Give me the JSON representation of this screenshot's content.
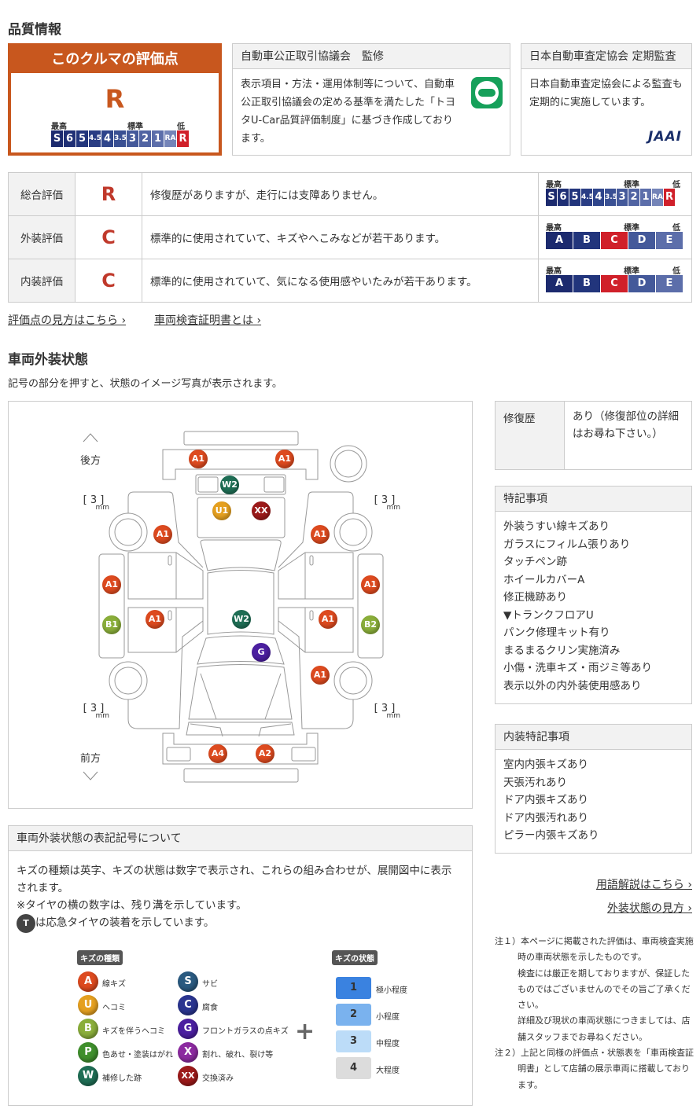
{
  "section_quality": "品質情報",
  "score_box": {
    "title": "このクルマの評価点",
    "grade": "R",
    "label_high": "最高",
    "label_std": "標準",
    "label_low": "低",
    "scale": [
      "S",
      "6",
      "5",
      "4.5",
      "4",
      "3.5",
      "3",
      "2",
      "1",
      "RA",
      "R"
    ],
    "selected": "R"
  },
  "supervision": {
    "title": "自動車公正取引協議会　監修",
    "text": "表示項目・方法・運用体制等について、自動車公正取引協議会の定める基準を満たした「トヨタU-Car品質評価制度」に基づき作成しております。"
  },
  "jaai": {
    "title": "日本自動車査定協会 定期監査",
    "text": "日本自動車査定協会による監査も定期的に実施しています。",
    "logo": "JAAI"
  },
  "evaluations": [
    {
      "label": "総合評価",
      "grade": "R",
      "desc": "修復歴がありますが、走行には支障ありません。",
      "scale": [
        "S",
        "6",
        "5",
        "4.5",
        "4",
        "3.5",
        "3",
        "2",
        "1",
        "RA",
        "R"
      ],
      "selected": "R"
    },
    {
      "label": "外装評価",
      "grade": "C",
      "desc": "標準的に使用されていて、キズやへこみなどが若干あります。",
      "scale": [
        "A",
        "B",
        "C",
        "D",
        "E"
      ],
      "selected": "C"
    },
    {
      "label": "内装評価",
      "grade": "C",
      "desc": "標準的に使用されていて、気になる使用感やいたみが若干あります。",
      "scale": [
        "A",
        "B",
        "C",
        "D",
        "E"
      ],
      "selected": "C"
    }
  ],
  "scale_labels": {
    "high": "最高",
    "std": "標準",
    "low": "低"
  },
  "links": {
    "score_guide": "評価点の見方はこちら",
    "cert": "車両検査証明書とは",
    "glossary": "用語解説はこちら",
    "exterior_guide": "外装状態の見方"
  },
  "exterior": {
    "title": "車両外装状態",
    "subtitle": "記号の部分を押すと、状態のイメージ写真が表示されます。",
    "rear": "後方",
    "front": "前方",
    "tread": [
      "3",
      "3",
      "3",
      "3"
    ],
    "tread_unit": "mm",
    "marks": [
      {
        "code": "A1",
        "type": "A"
      },
      {
        "code": "A1",
        "type": "A"
      },
      {
        "code": "W2",
        "type": "W"
      },
      {
        "code": "U1",
        "type": "U"
      },
      {
        "code": "XX",
        "type": "XX"
      },
      {
        "code": "A1",
        "type": "A"
      },
      {
        "code": "A1",
        "type": "A"
      },
      {
        "code": "A1",
        "type": "A"
      },
      {
        "code": "A1",
        "type": "A"
      },
      {
        "code": "B1",
        "type": "B"
      },
      {
        "code": "B2",
        "type": "B"
      },
      {
        "code": "A1",
        "type": "A"
      },
      {
        "code": "A1",
        "type": "A"
      },
      {
        "code": "W2",
        "type": "W"
      },
      {
        "code": "G",
        "type": "G"
      },
      {
        "code": "A1",
        "type": "A"
      },
      {
        "code": "A4",
        "type": "A"
      },
      {
        "code": "A2",
        "type": "A"
      }
    ]
  },
  "repair": {
    "label": "修復歴",
    "value": "あり（修復部位の詳細はお尋ね下さい。）"
  },
  "special": {
    "title": "特記事項",
    "items": [
      "外装うすい線キズあり",
      "ガラスにフィルム張りあり",
      "タッチペン跡",
      "ホイールカバーA",
      "修正機跡あり",
      "▼トランクフロアU",
      "パンク修理キット有り",
      "まるまるクリン実施済み",
      "小傷・洗車キズ・雨ジミ等あり",
      "表示以外の内外装使用感あり"
    ]
  },
  "interior": {
    "title": "内装特記事項",
    "items": [
      "室内内張キズあり",
      "天張汚れあり",
      "ドア内張キズあり",
      "ドア内張汚れあり",
      "ピラー内張キズあり"
    ]
  },
  "legend": {
    "title": "車両外装状態の表記記号について",
    "text1": "キズの種類は英字、キズの状態は数字で表示され、これらの組み合わせが、展開図中に表示されます。",
    "text2": "※タイヤの横の数字は、残り溝を示しています。",
    "spare_badge": "T",
    "text3": "は応急タイヤの装着を示しています。",
    "types_title": "キズの種類",
    "states_title": "キズの状態",
    "types": [
      {
        "code": "A",
        "label": "線キズ"
      },
      {
        "code": "U",
        "label": "ヘコミ"
      },
      {
        "code": "B",
        "label": "キズを伴うヘコミ"
      },
      {
        "code": "P",
        "label": "色あせ・塗装はがれ"
      },
      {
        "code": "W",
        "label": "補修した跡"
      },
      {
        "code": "S",
        "label": "サビ"
      },
      {
        "code": "C",
        "label": "腐食"
      },
      {
        "code": "G",
        "label": "フロントガラスの点キズ"
      },
      {
        "code": "X",
        "label": "割れ、破れ、裂け等"
      },
      {
        "code": "XX",
        "label": "交換済み"
      }
    ],
    "states": [
      {
        "code": "1",
        "label": "極小程度"
      },
      {
        "code": "2",
        "label": "小程度"
      },
      {
        "code": "3",
        "label": "中程度"
      },
      {
        "code": "4",
        "label": "大程度"
      }
    ]
  },
  "notes": [
    {
      "num": "注１）",
      "lines": [
        "本ページに掲載された評価は、車両検査実施時の車両状態を示したものです。",
        "検査には厳正を期しておりますが、保証したものではございませんのでその旨ご了承ください。",
        "詳細及び現状の車両状態につきましては、店舗スタッフまでお尋ねください。"
      ]
    },
    {
      "num": "注２）",
      "lines": [
        "上記と同様の評価点・状態表を「車両検査証明書」として店舗の展示車両に搭載しております。"
      ]
    }
  ],
  "colors": {
    "accent": "#c8571e",
    "red": "#d0202a",
    "A": "#dd4a1f",
    "U": "#e5a020",
    "B": "#8aae3a",
    "P": "#3f8f2c",
    "W": "#1f6e55",
    "S": "#2a5a80",
    "C": "#2a3590",
    "G": "#4b1fa0",
    "X": "#8c2aa0",
    "XX": "#9c1a1a"
  }
}
